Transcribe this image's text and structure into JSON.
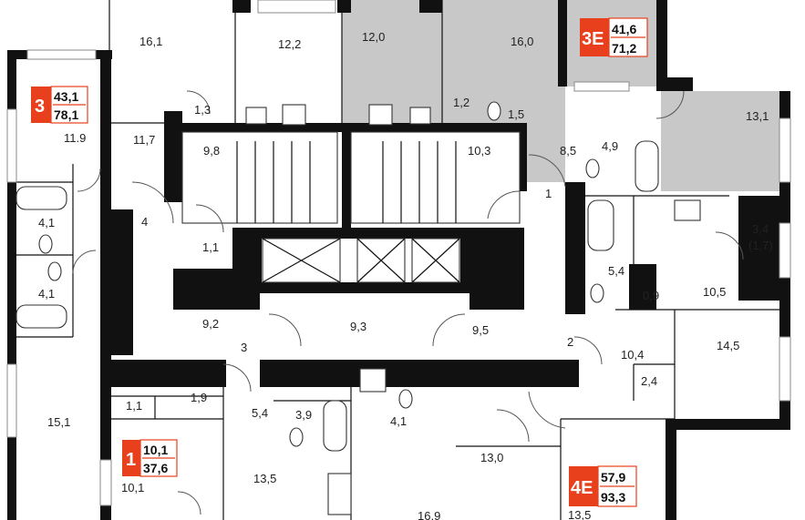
{
  "colors": {
    "accent": "#e8401c",
    "sold_shade": "#c8c8c8",
    "wall": "#111111"
  },
  "apartments": [
    {
      "code": "3",
      "living": "43,1",
      "total": "78,1"
    },
    {
      "code": "3Е",
      "living": "41,6",
      "total": "71,2"
    },
    {
      "code": "1",
      "living": "10,1",
      "total": "37,6"
    },
    {
      "code": "4Е",
      "living": "57,9",
      "total": "93,3"
    }
  ],
  "rooms": [
    "16,1",
    "12,2",
    "12,0",
    "16,0",
    "11.9",
    "11,7",
    "1,3",
    "9,8",
    "1,2",
    "1,5",
    "10,3",
    "13,1",
    "8,5",
    "4,9",
    "1",
    "4,1",
    "4",
    "4,1",
    "1,1",
    "5,4",
    "3,4",
    "(1,7)",
    "0,9",
    "10,5",
    "9,2",
    "9,3",
    "9,5",
    "3",
    "2",
    "14,5",
    "10,4",
    "2,4",
    "15,1",
    "1,1",
    "1,9",
    "5,4",
    "3,9",
    "4,1",
    "13,0",
    "10,1",
    "13,5",
    "16,9",
    "13,5"
  ]
}
